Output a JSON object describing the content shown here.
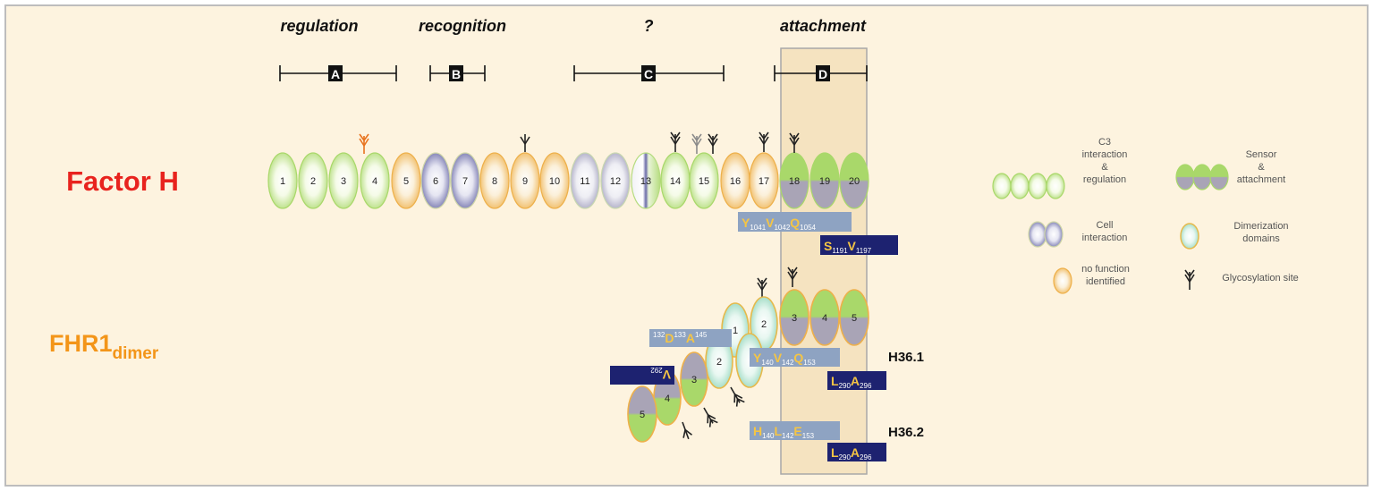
{
  "colors": {
    "background": "#fdf3df",
    "border": "#bdbdbd",
    "attachment_highlight": "#f5e3c0",
    "c3": "#a9d86a",
    "cell": "#5e5ea0",
    "nofunction": "#eeb04a",
    "dimer": "#8cd4b8",
    "sensor_green": "#a9d86a",
    "sensor_grey": "#a9a4b6",
    "factor_h_title": "#e8231e",
    "fhr1_title": "#f39519",
    "glyco_black": "#222222",
    "glyco_orange": "#e8731e",
    "glyco_grey": "#8a8a8a",
    "label_box_light": "#8ea3c2",
    "label_box_dark": "#1d2270",
    "label_text_yellow": "#f5c544"
  },
  "regions": [
    {
      "title": "regulation",
      "letter": "A"
    },
    {
      "title": "recognition",
      "letter": "B"
    },
    {
      "title": "?",
      "letter": "C"
    },
    {
      "title": "attachment",
      "letter": "D"
    }
  ],
  "factor_h": {
    "title": "Factor H",
    "domains": [
      {
        "n": "1",
        "kind": "c3"
      },
      {
        "n": "2",
        "kind": "c3"
      },
      {
        "n": "3",
        "kind": "c3"
      },
      {
        "n": "4",
        "kind": "c3"
      },
      {
        "n": "5",
        "kind": "nofunction"
      },
      {
        "n": "6",
        "kind": "cell"
      },
      {
        "n": "7",
        "kind": "cell"
      },
      {
        "n": "8",
        "kind": "nofunction"
      },
      {
        "n": "9",
        "kind": "nofunction"
      },
      {
        "n": "10",
        "kind": "nofunction"
      },
      {
        "n": "11",
        "kind": "cellgrey"
      },
      {
        "n": "12",
        "kind": "cellgrey"
      },
      {
        "n": "13",
        "kind": "split"
      },
      {
        "n": "14",
        "kind": "c3"
      },
      {
        "n": "15",
        "kind": "c3"
      },
      {
        "n": "16",
        "kind": "nofunction"
      },
      {
        "n": "17",
        "kind": "nofunction"
      },
      {
        "n": "18",
        "kind": "sensor"
      },
      {
        "n": "19",
        "kind": "sensor"
      },
      {
        "n": "20",
        "kind": "sensor"
      }
    ]
  },
  "fhr1": {
    "title_main": "FHR1",
    "title_sub": "dimer",
    "upper_domains": [
      "1",
      "2",
      "3",
      "4",
      "5"
    ],
    "lower_domains": [
      "2",
      "3",
      "4",
      "5"
    ]
  },
  "epitopes": {
    "fh_1": {
      "p1": "Y",
      "s1": "1041",
      "p2": "V",
      "s2": "1042",
      "p3": "Q",
      "s3": "1054"
    },
    "fh_2": {
      "p1": "S",
      "s1": "1191",
      "p2": "V",
      "s2": "1197"
    },
    "fhr1_mirror": {
      "p1": "132",
      "p2": "D",
      "p3": "133",
      "p4": "A",
      "p5": "145"
    },
    "fhr1_upper": {
      "p1": "Y",
      "s1": "140",
      "p2": "V",
      "s2": "142",
      "p3": "Q",
      "s3": "153"
    },
    "fhr1_lower_mirror": {
      "p1": "V",
      "s1": "292"
    },
    "fhr1_lower_flip": {
      "p1": "L",
      "s1": "290",
      "p2": "A",
      "s2": "296"
    },
    "h36_1_dark": {
      "p1": "L",
      "s1": "290",
      "p2": "A",
      "s2": "296"
    },
    "h36_2_light": {
      "p1": "H",
      "s1": "140",
      "p2": "L",
      "s2": "142",
      "p3": "E",
      "s3": "153"
    },
    "h36_2_dark": {
      "p1": "L",
      "s1": "290",
      "p2": "A",
      "s2": "296"
    }
  },
  "antibodies": [
    "H36.1",
    "H36.2"
  ],
  "legend": [
    {
      "key": "c3",
      "lines": [
        "C3",
        "interaction",
        "&",
        "regulation"
      ]
    },
    {
      "key": "sensor",
      "lines": [
        "Sensor",
        "&",
        "attachment"
      ]
    },
    {
      "key": "cell",
      "lines": [
        "Cell",
        "interaction"
      ]
    },
    {
      "key": "dimer",
      "lines": [
        "Dimerization",
        "domains"
      ]
    },
    {
      "key": "nofunction",
      "lines": [
        "no function",
        "identified"
      ]
    },
    {
      "key": "glyco",
      "lines": [
        "Glycosylation site"
      ]
    }
  ]
}
